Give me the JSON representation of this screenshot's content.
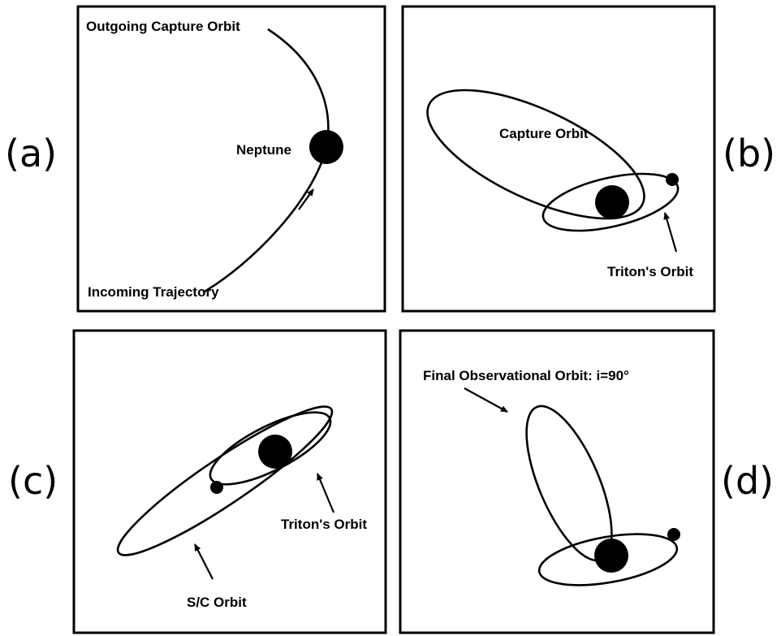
{
  "panels": {
    "a": {
      "tag": "(a)",
      "outgoing_label": "Outgoing Capture Orbit",
      "planet_label": "Neptune",
      "incoming_label": "Incoming Trajectory"
    },
    "b": {
      "tag": "(b)",
      "capture_label": "Capture Orbit",
      "triton_label": "Triton's Orbit"
    },
    "c": {
      "tag": "(c)",
      "triton_label": "Triton's Orbit",
      "sc_label": "S/C  Orbit"
    },
    "d": {
      "tag": "(d)",
      "final_label": "Final Observational Orbit: i=90°"
    }
  },
  "colors": {
    "ink": "#000000",
    "background": "#ffffff"
  }
}
